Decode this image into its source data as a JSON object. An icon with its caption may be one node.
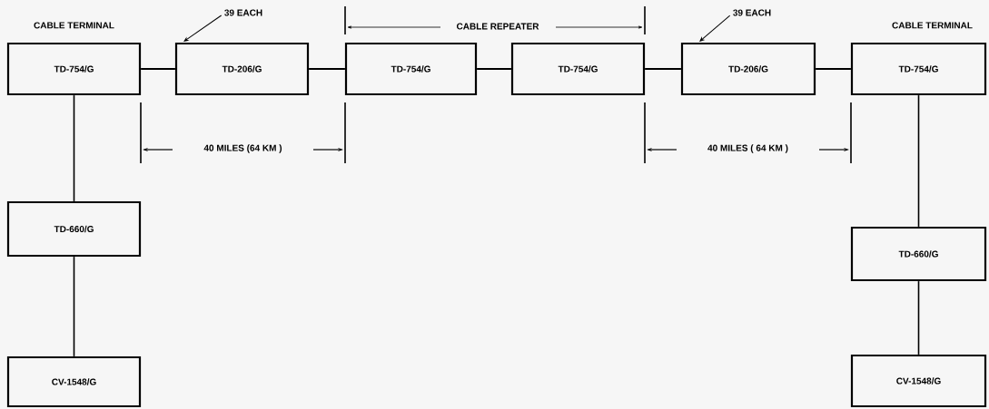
{
  "diagram": {
    "nodes": [
      {
        "text": [
          "TD-754/G"
        ],
        "beside": [
          "CABLE TERMINAL"
        ]
      },
      {
        "text": [
          "TD-206/G"
        ]
      },
      {
        "text": [
          "TD-754/G"
        ]
      },
      {
        "text": [
          "TD-754/G"
        ]
      },
      {
        "text": [
          "TD-206/G"
        ]
      },
      {
        "text": [
          "TD-754/G"
        ],
        "beside": [
          "CABLE TERMINAL"
        ]
      },
      {
        "text": [
          "TD-660/G"
        ]
      },
      {
        "text": [
          "TD-660/G"
        ]
      },
      {
        "text": [
          "CV-1548/G"
        ]
      },
      {
        "text": [
          "CV-1548/G"
        ]
      },
      {
        "text": [
          "39 EACH"
        ]
      },
      {
        "text": [
          "39 EACH"
        ]
      }
    ],
    "edges": [
      {
        "from": 0,
        "to": 1,
        "arrow": "none"
      },
      {
        "from": 1,
        "to": 2,
        "arrow": "none"
      },
      {
        "from": 2,
        "to": 3,
        "arrow": "none"
      },
      {
        "from": 3,
        "to": 4,
        "arrow": "none"
      },
      {
        "from": 4,
        "to": 5,
        "arrow": "none"
      },
      {
        "from": 0,
        "to": 6,
        "arrow": "none"
      },
      {
        "from": 6,
        "to": 8,
        "arrow": "none"
      },
      {
        "from": 5,
        "to": 7,
        "arrow": "none"
      },
      {
        "from": 7,
        "to": 9,
        "arrow": "none"
      },
      {
        "from": 10,
        "to": 1,
        "arrow": "to"
      },
      {
        "from": 11,
        "to": 4,
        "arrow": "to"
      }
    ],
    "labels": [
      "CABLE REPEATER",
      "40 MILES (64 KM )",
      "40 MILES ( 64 KM )"
    ]
  }
}
